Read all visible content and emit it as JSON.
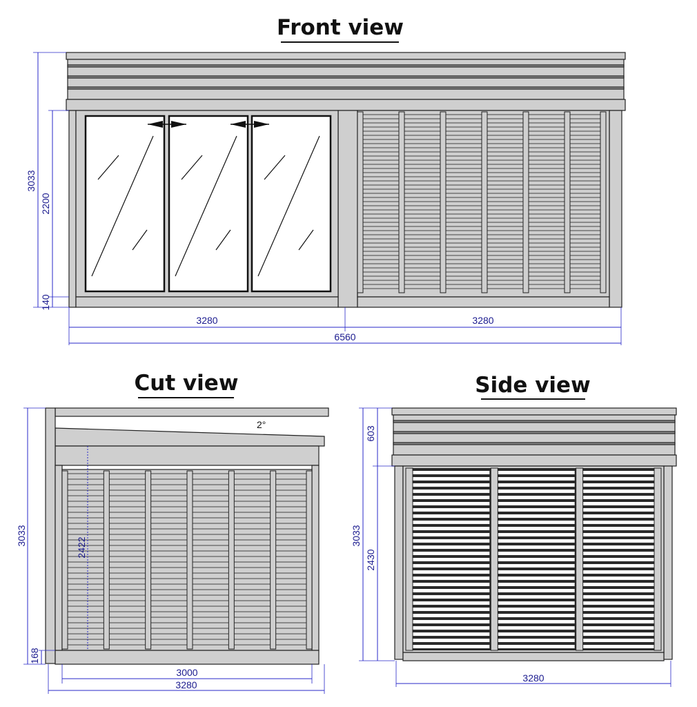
{
  "front_view": {
    "title": "Front view",
    "dims": {
      "total_height": "3033",
      "wall_height": "2200",
      "base_height": "140",
      "left_width": "3280",
      "right_width": "3280",
      "total_width": "6560"
    }
  },
  "cut_view": {
    "title": "Cut view",
    "dims": {
      "total_height": "3033",
      "inner_height": "2422",
      "base_height": "168",
      "inner_width": "3000",
      "total_width": "3280",
      "roof_slope": "2°"
    }
  },
  "side_view": {
    "title": "Side view",
    "dims": {
      "roof_height": "603",
      "total_height": "3033",
      "wall_height": "2430",
      "width": "3280"
    }
  },
  "colors": {
    "dimension": "#2727c8",
    "frame": "#cfcfcf",
    "roof_band": "#8f8f8f",
    "outline": "#222222"
  }
}
